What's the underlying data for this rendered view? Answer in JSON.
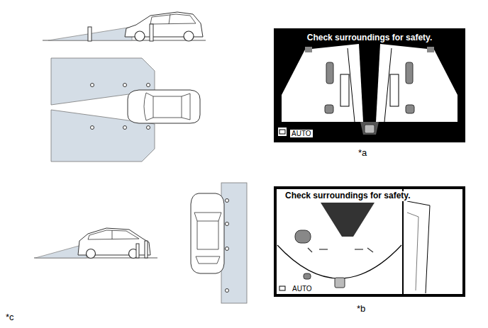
{
  "diagram": {
    "nodes": [
      {
        "text": [
          "Check surroundings for safety.",
          "AUTO"
        ]
      },
      {
        "text": [
          "Check surroundings for safety.",
          "AUTO"
        ]
      }
    ],
    "labels": [
      "*a",
      "*b",
      "*c"
    ]
  }
}
